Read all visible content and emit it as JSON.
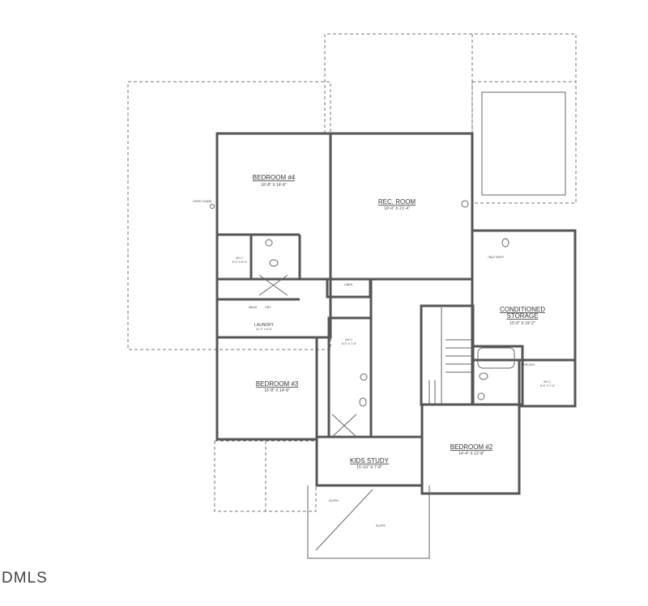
{
  "plan": {
    "rooms": [
      {
        "name": "BEDROOM #4",
        "dims": "16'-8\" X 14'-6\""
      },
      {
        "name": "REC. ROOM",
        "dims": "19'-0\" X 21'-4\""
      },
      {
        "name": "W.I.C.",
        "dims": "6'-0\" X 5'-0\""
      },
      {
        "name": "HALF BATH",
        "dims": ""
      },
      {
        "name": "LAUNDRY",
        "dims": "11'-0\" X 6'-0\""
      },
      {
        "name": "CONDITIONED",
        "dims": ""
      },
      {
        "name": "STORAGE",
        "dims": "15'-0\" X 19'-2\""
      },
      {
        "name": "W.I.C.",
        "dims": "6'-0\" X 7'-0\""
      },
      {
        "name": "BEDROOM #3",
        "dims": "16'-8\" X 14'-8\""
      },
      {
        "name": "W.I.C.",
        "dims": "6'-0\" X 7'-0\""
      },
      {
        "name": "KIDS STUDY",
        "dims": "15'-10\" X 7'-8\""
      },
      {
        "name": "BEDROOM #2",
        "dims": "14'-4\" X 12'-8\""
      }
    ],
    "labels": {
      "linen": "LINEN",
      "wash": "WASH",
      "dry": "DRY",
      "shelves": "SHELVES",
      "hood_chase": "HOOD CHASE",
      "slope": "SLOPE",
      "slope2": "SLOPE"
    }
  },
  "watermark": "DMLS"
}
